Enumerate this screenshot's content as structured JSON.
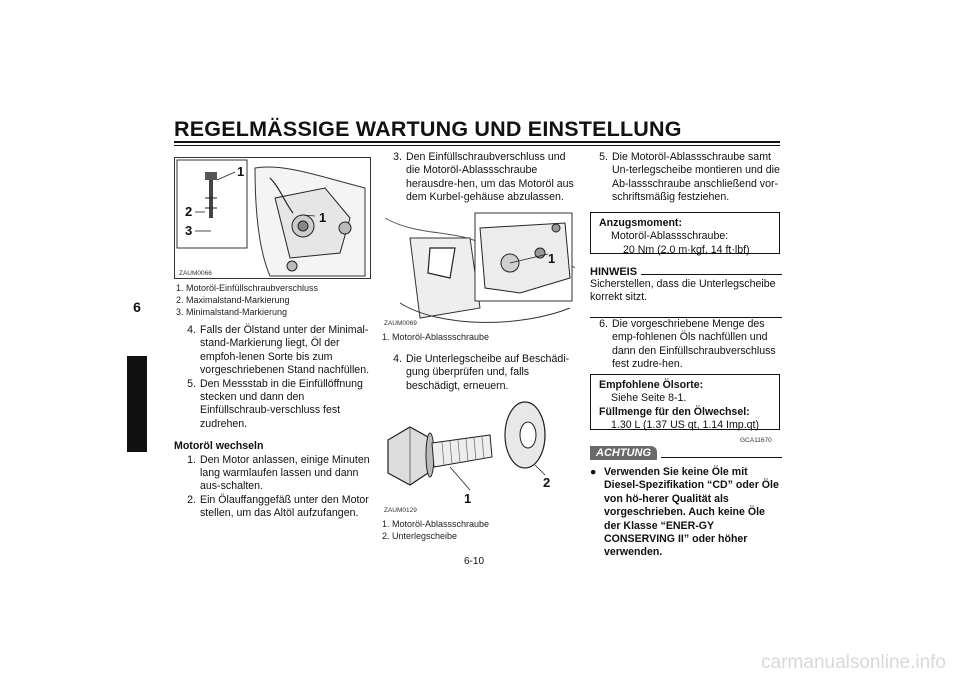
{
  "header": {
    "title": "REGELMÄSSIGE WARTUNG UND EINSTELLUNG"
  },
  "side_tab": {
    "number": "6"
  },
  "col1": {
    "figure": {
      "ref": "ZAUM0066",
      "labels": [
        "1",
        "2",
        "3",
        "1"
      ]
    },
    "captions": [
      "1. Motoröl-Einfüllschraubverschluss",
      "2. Maximalstand-Markierung",
      "3. Minimalstand-Markierung"
    ],
    "steps": [
      {
        "n": "4.",
        "text": "Falls der Ölstand unter der Minimal-stand-Markierung liegt, Öl der empfoh-lenen Sorte bis zum vorgeschriebenen Stand nachfüllen."
      },
      {
        "n": "5.",
        "text": "Den Messstab in die Einfüllöffnung stecken und dann den Einfüllschraub-verschluss fest zudrehen."
      }
    ],
    "section_heading": "Motoröl wechseln",
    "steps2": [
      {
        "n": "1.",
        "text": "Den Motor anlassen, einige Minuten lang warmlaufen lassen und dann aus-schalten."
      },
      {
        "n": "2.",
        "text": "Ein Ölauffanggefäß unter den Motor stellen, um das Altöl aufzufangen."
      }
    ]
  },
  "col2": {
    "step3": {
      "n": "3.",
      "text": "Den Einfüllschraubverschluss und die Motoröl-Ablassschraube herausdre-hen, um das Motoröl aus dem Kurbel-gehäuse abzulassen."
    },
    "figure1": {
      "ref": "ZAUM0069",
      "label": "1"
    },
    "caption1": "1. Motoröl-Ablassschraube",
    "step4": {
      "n": "4.",
      "text": "Die Unterlegscheibe auf Beschädi-gung überprüfen und, falls beschädigt, erneuern."
    },
    "figure2": {
      "ref": "ZAUM0129",
      "labels": [
        "1",
        "2"
      ]
    },
    "captions2": [
      "1. Motoröl-Ablassschraube",
      "2. Unterlegscheibe"
    ]
  },
  "col3": {
    "step5": {
      "n": "5.",
      "text": "Die Motoröl-Ablassschraube samt Un-terlegscheibe montieren und die Ab-lassschraube anschließend vor-schriftsmäßig festziehen."
    },
    "torque_box": {
      "heading": "Anzugsmoment:",
      "line1": "Motoröl-Ablassschraube:",
      "line2": "20 Nm (2.0 m·kgf, 14 ft·lbf)"
    },
    "hinweis": {
      "heading": "HINWEIS",
      "text": "Sicherstellen, dass die Unterlegscheibe korrekt sitzt."
    },
    "step6": {
      "n": "6.",
      "text": "Die vorgeschriebene Menge des emp-fohlenen Öls nachfüllen und dann den Einfüllschraubverschluss fest zudre-hen."
    },
    "oil_box": {
      "heading": "Empfohlene Ölsorte:",
      "line1": "Siehe Seite 8-1.",
      "heading2": "Füllmenge für den Ölwechsel:",
      "line2": "1.30 L (1.37 US qt, 1.14 Imp.qt)"
    },
    "code": "GCA11670",
    "achtung": {
      "label": "ACHTUNG",
      "bullet": "●",
      "text": "Verwenden Sie keine Öle mit Diesel-Spezifikation “CD” oder Öle von hö-herer Qualität als vorgeschrieben. Auch keine Öle der Klasse “ENER-GY CONSERVING II” oder höher verwenden."
    }
  },
  "footer": {
    "page_number": "6-10",
    "watermark": "carmanualsonline.info"
  }
}
